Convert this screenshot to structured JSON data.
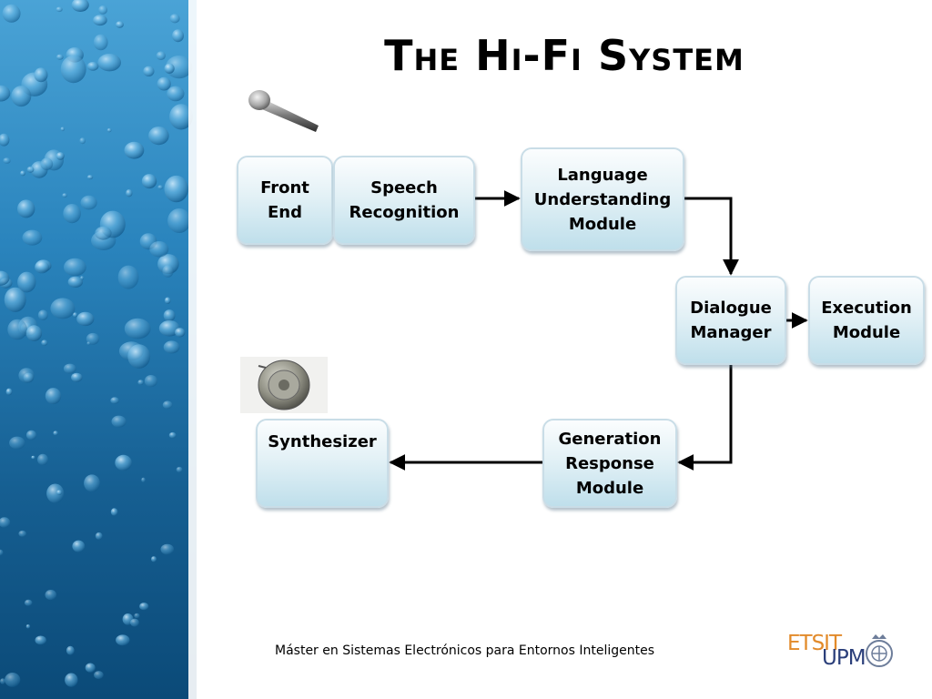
{
  "slide": {
    "title": "The Hi-Fi System",
    "footer": "Máster en Sistemas Electrónicos para Entornos Inteligentes",
    "logo": {
      "etsit": "ETSIT",
      "upm": "UPM"
    }
  },
  "diagram": {
    "nodes": {
      "front_end": {
        "lines": [
          "Front",
          "End"
        ]
      },
      "speech_recognition": {
        "lines": [
          "Speech",
          "Recognition"
        ]
      },
      "language_understanding": {
        "lines": [
          "Language",
          "Understanding",
          "Module"
        ]
      },
      "dialogue_manager": {
        "lines": [
          "Dialogue",
          "Manager"
        ]
      },
      "execution_module": {
        "lines": [
          "Execution",
          "Module"
        ]
      },
      "generation_response": {
        "lines": [
          "Generation",
          "Response",
          "Module"
        ]
      },
      "synthesizer": {
        "lines": [
          "Synthesizer"
        ]
      }
    },
    "edges": [
      {
        "from": "speech_recognition",
        "to": "language_understanding"
      },
      {
        "from": "language_understanding",
        "to": "dialogue_manager"
      },
      {
        "from": "dialogue_manager",
        "to": "execution_module"
      },
      {
        "from": "dialogue_manager",
        "to": "generation_response"
      },
      {
        "from": "generation_response",
        "to": "synthesizer"
      }
    ],
    "icons": [
      "microphone-icon",
      "speaker-icon"
    ]
  },
  "colors": {
    "box_top": "#fbfdfe",
    "box_bottom": "#bfdfeb",
    "box_border": "#c9dde7",
    "water": "#1f6fa3"
  }
}
